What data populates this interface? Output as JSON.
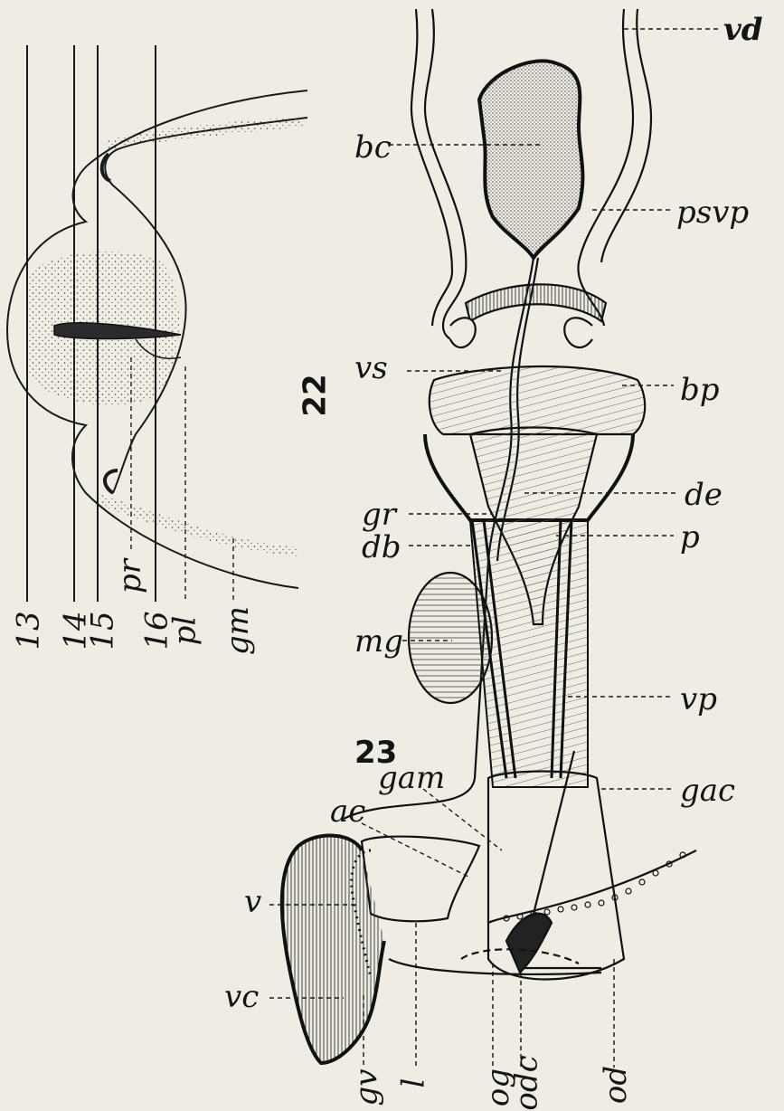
{
  "figures": {
    "fig22": "22",
    "fig23": "23"
  },
  "labels": {
    "vd": "vd",
    "bc": "bc",
    "psvp": "psvp",
    "vs": "vs",
    "bp": "bp",
    "de": "de",
    "gr": "gr",
    "db": "db",
    "p": "p",
    "mg": "mg",
    "vp": "vp",
    "gam": "gam",
    "gac": "gac",
    "ac": "ac",
    "v": "v",
    "vc": "vc",
    "gv": "gv",
    "l": "l",
    "og": "og",
    "odc": "odc",
    "od": "od",
    "n13": "13",
    "n14": "14",
    "n15": "15",
    "n16": "16",
    "pr": "pr",
    "pl": "pl",
    "gm": "gm"
  }
}
